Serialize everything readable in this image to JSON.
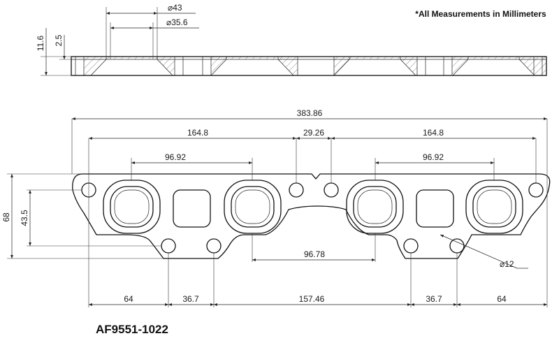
{
  "note": "*All Measurements in Millimeters",
  "part_number": "AF9551-1022",
  "side_view": {
    "thickness_total": "11.6",
    "thickness_step": "2.5",
    "port_outer_diameter": "⌀43",
    "port_inner_diameter": "⌀35.6"
  },
  "plan_view": {
    "overall_length": "383.86",
    "exhaust_group_width_left": "164.8",
    "center_spacing": "29.26",
    "exhaust_group_width_right": "164.8",
    "port_pitch_left": "96.92",
    "port_pitch_right": "96.92",
    "inner_port_spacing": "96.78",
    "overall_height": "68",
    "bolt_vertical_spacing": "43.5",
    "bolt_hole_diameter": "⌀12",
    "bottom_dims": [
      "64",
      "36.7",
      "157.46",
      "36.7",
      "64"
    ]
  }
}
